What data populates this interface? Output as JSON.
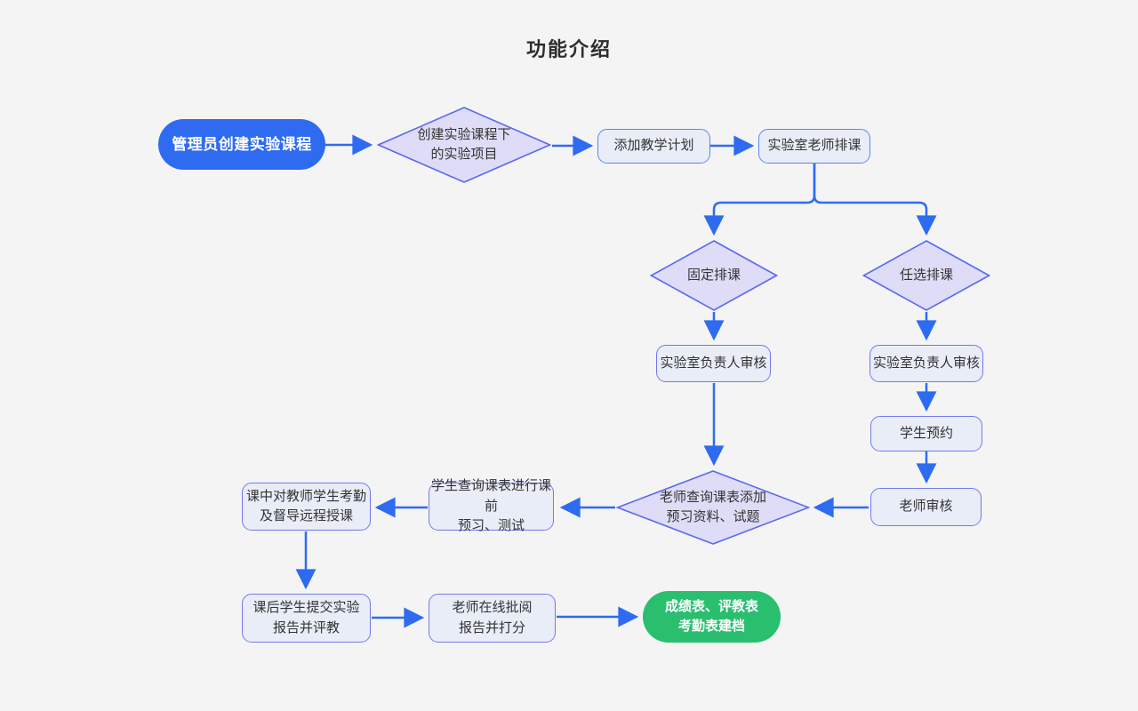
{
  "title": "功能介绍",
  "colors": {
    "bg": "#f4f4f5",
    "primary": "#2e6bf0",
    "green": "#29bf6f",
    "diamond-fill": "#dedcf6",
    "diamond-border": "#5b68f1",
    "box-fill": "#e9edf8",
    "box-border-blue": "#5c85f2",
    "box-border-violet": "#7577f0",
    "text": "#333333",
    "white": "#ffffff"
  },
  "nodes": {
    "start": {
      "label": "管理员创建实验课程",
      "type": "start-pill"
    },
    "create_project": {
      "label": "创建实验课程下\n的实验项目",
      "type": "decision"
    },
    "add_plan": {
      "label": "添加教学计划",
      "type": "process"
    },
    "teacher_schedule": {
      "label": "实验室老师排课",
      "type": "process"
    },
    "fixed_schedule": {
      "label": "固定排课",
      "type": "decision"
    },
    "optional_schedule": {
      "label": "任选排课",
      "type": "decision"
    },
    "lab_leader_review_left": {
      "label": "实验室负责人审核",
      "type": "process"
    },
    "lab_leader_review_right": {
      "label": "实验室负责人审核",
      "type": "process"
    },
    "student_booking": {
      "label": "学生预约",
      "type": "process"
    },
    "teacher_review": {
      "label": "老师审核",
      "type": "process"
    },
    "teacher_query_timetable": {
      "label": "老师查询课表添加\n预习资料、试题",
      "type": "decision"
    },
    "student_query_timetable": {
      "label": "学生查询课表进行课前\n预习、测试",
      "type": "process"
    },
    "in_class_attendance": {
      "label": "课中对教师学生考勤\n及督导远程授课",
      "type": "process"
    },
    "after_class_report": {
      "label": "课后学生提交实验\n报告并评教",
      "type": "process"
    },
    "teacher_grading": {
      "label": "老师在线批阅\n报告并打分",
      "type": "process"
    },
    "end": {
      "label": "成绩表、评教表\n考勤表建档",
      "type": "end-pill"
    }
  }
}
